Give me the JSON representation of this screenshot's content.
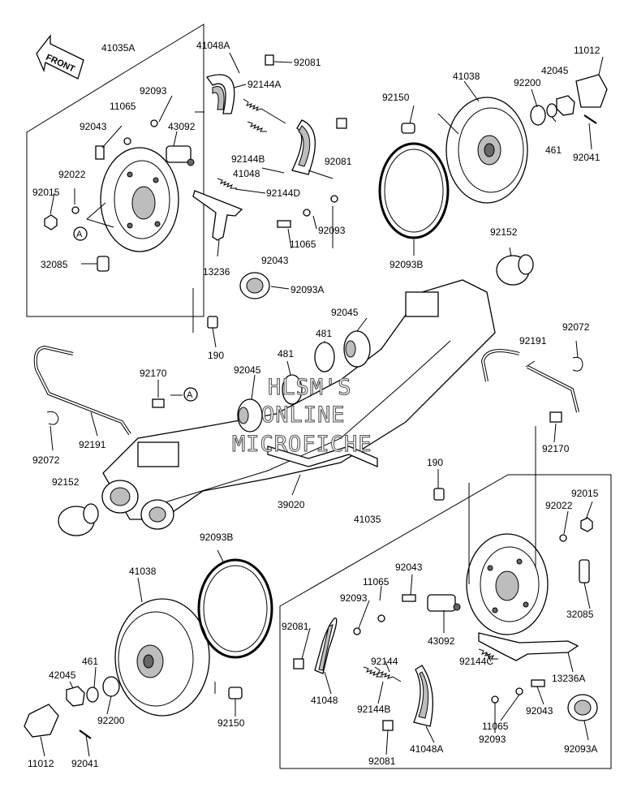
{
  "labels": {
    "l41035A": "41035A",
    "l41048A_top": "41048A",
    "l92081_top1": "92081",
    "l92144A": "92144A",
    "l92093_top1": "92093",
    "l11065_top1": "11065",
    "l43092_top": "43092",
    "l92043_top1": "92043",
    "l92144B_top": "92144B",
    "l92081_top2": "92081",
    "l41048_top": "41048",
    "l92022_top": "92022",
    "l92015_top": "92015",
    "l92144D": "92144D",
    "l92093_top2": "92093",
    "l11065_top2": "11065",
    "l92043_top2": "92043",
    "l32085_top": "32085",
    "l13236": "13236",
    "l92093A_top": "92093A",
    "l190_top": "190",
    "l41038_top": "41038",
    "l92150_top": "92150",
    "l92200_top": "92200",
    "l42045_top": "42045",
    "l11012_top": "11012",
    "l461_top": "461",
    "l92041_top": "92041",
    "l92152_right": "92152",
    "l92093B_top": "92093B",
    "l92045_a": "92045",
    "l481_a": "481",
    "l481_b": "481",
    "l92045_b": "92045",
    "l92170_left": "92170",
    "l92072_left": "92072",
    "l92191_left": "92191",
    "l92152_left": "92152",
    "l39020": "39020",
    "l92191_right": "92191",
    "l92072_right": "92072",
    "l92170_right": "92170",
    "l190_bot": "190",
    "l41035": "41035",
    "l92015_bot": "92015",
    "l92022_bot": "92022",
    "l92093B_bot": "92093B",
    "l41038_bot": "41038",
    "l92043_bot1": "92043",
    "l11065_bot1": "11065",
    "l92093_bot1": "92093",
    "l92081_bot1": "92081",
    "l43092_bot": "43092",
    "l32085_bot": "32085",
    "l92144": "92144",
    "l92144C": "92144C",
    "l13236A": "13236A",
    "l461_bot": "461",
    "l42045_bot": "42045",
    "l92200_bot": "92200",
    "l41048_bot": "41048",
    "l92144B_bot": "92144B",
    "l92043_bot2": "92043",
    "l11065_bot2": "11065",
    "l92093_bot2": "92093",
    "l41048A_bot": "41048A",
    "l92093A_bot": "92093A",
    "l92081_bot2": "92081",
    "l11012_bot": "11012",
    "l92041_bot": "92041",
    "l92150_bot": "92150"
  },
  "callouts": {
    "a1": "A",
    "a2": "A"
  },
  "front_arrow": "FRONT",
  "watermark": {
    "line1": "HLSM'S",
    "line2": "ONLINE",
    "line3": "MICROFICHE"
  }
}
